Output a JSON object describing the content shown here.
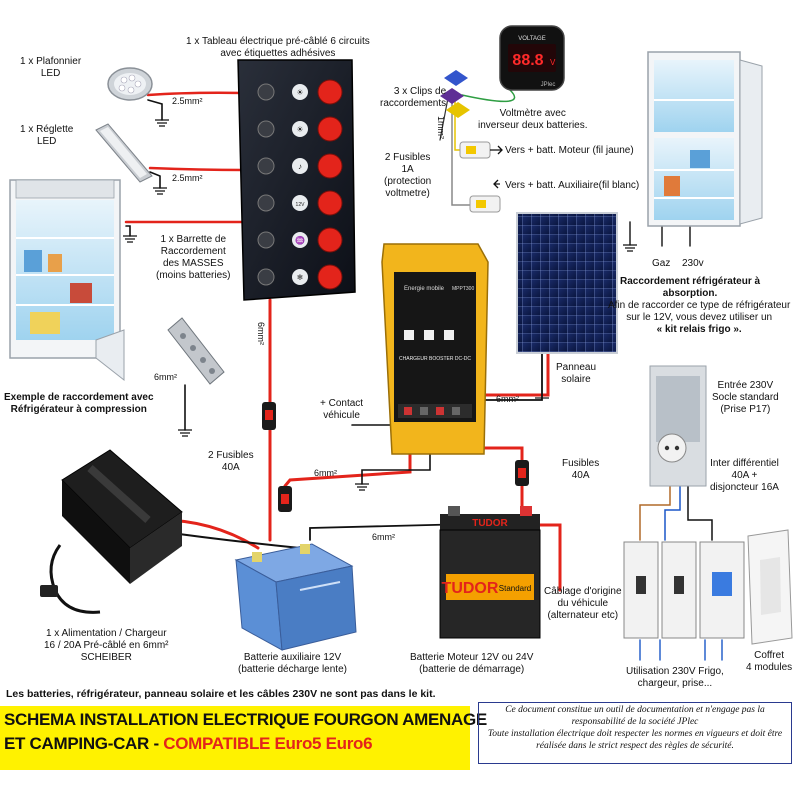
{
  "labels": {
    "plafonnier": [
      "1 x Plafonnier",
      "LED"
    ],
    "reglette": [
      "1 x Réglette",
      "LED"
    ],
    "tableau": [
      "1 x Tableau électrique pré-câblé 6 circuits",
      "avec étiquettes adhésives"
    ],
    "clips": [
      "3 x Clips de",
      "raccordements"
    ],
    "voltmetre": [
      "Voltmètre avec",
      "inverseur deux batteries."
    ],
    "fusibles1a": [
      "2 Fusibles",
      "1A",
      "(protection",
      "voltmetre)"
    ],
    "batt_moteur_jaune": "Vers + batt. Moteur (fil jaune)",
    "batt_aux_blanc": "Vers + batt. Auxiliaire(fil blanc)",
    "barrette": [
      "1 x Barrette de",
      "Raccordement",
      "des MASSES",
      "(moins batteries)"
    ],
    "exemple_compression": [
      "Exemple de raccordement avec",
      "Réfrigérateur à compression"
    ],
    "gaz": "Gaz",
    "v230": "230v",
    "absorption_title": [
      "Raccordement réfrigérateur à",
      "absorption."
    ],
    "absorption_body": [
      "Afin de raccorder ce type de réfrigérateur",
      "sur le 12V, vous devez utiliser un"
    ],
    "kit_relais": "« kit relais frigo ».",
    "panneau": [
      "Panneau",
      "solaire"
    ],
    "contact": [
      "+ Contact",
      "véhicule"
    ],
    "fusibles40a_left": [
      "2 Fusibles",
      "40A"
    ],
    "fusibles40a_right": [
      "Fusibles",
      "40A"
    ],
    "entree230": [
      "Entrée 230V",
      "Socle standard",
      "(Prise P17)"
    ],
    "inter_diff": [
      "Inter différentiel",
      "40A +",
      "disjoncteur 16A"
    ],
    "alimentation": [
      "1 x Alimentation / Chargeur",
      "16 / 20A Pré-câblé en 6mm²",
      "SCHEIBER"
    ],
    "batt_aux": [
      "Batterie auxiliaire 12V",
      "(batterie décharge lente)"
    ],
    "batt_moteur": [
      "Batterie Moteur 12V ou 24V",
      "(batterie de démarrage)"
    ],
    "cablage": [
      "Câblage d'origine",
      "du véhicule",
      "(alternateur etc)"
    ],
    "utilisation": [
      "Utilisation 230V Frigo,",
      "chargeur, prise..."
    ],
    "coffret": [
      "Coffret",
      "4 modules"
    ],
    "kit_note": "Les batteries, réfrigérateur, panneau solaire et les câbles 230V ne sont pas dans le kit."
  },
  "wires": {
    "w_25_a": "2.5mm²",
    "w_25_b": "2.5mm²",
    "w_6_vert": "6mm²",
    "w_6_left": "6mm²",
    "w_6_mid": "6mm²",
    "w_6_bat": "6mm²",
    "w_6_right": "6mm²",
    "w_1": "1mm²"
  },
  "devices": {
    "voltmeter_header": "VOLTAGE",
    "voltmeter_reading": "88.8",
    "voltmeter_unit": "V",
    "voltmeter_brand": "JPlec",
    "booster_brand": "Energie mobile",
    "booster_model": "MPPT300",
    "booster_label": "CHARGEUR BOOSTER DC-DC",
    "tudor_brand": "TUDOR",
    "tudor_label": "Standard",
    "tudor_top": "TUDOR",
    "panel_12v": "12V"
  },
  "title": {
    "line1": "SCHEMA INSTALLATION ELECTRIQUE FOURGON AMENAGE",
    "line2_prefix": "ET CAMPING-CAR - ",
    "line2_red": "COMPATIBLE Euro5 Euro6"
  },
  "notice": [
    "Ce document constitue un outil de documentation et n'engage pas la",
    "responsabilité de la société JPlec",
    "Toute installation électrique doit respecter les normes en vigueurs et doit être",
    "réalisée dans le strict respect des règles de sécurité."
  ],
  "colors": {
    "wire_red": "#e3241b",
    "wire_black": "#111111",
    "title_yellow": "#fff200",
    "booster_yellow": "#f2b51c",
    "battery_blue": "#5b8fd6",
    "notice_border": "#2a3a8f"
  }
}
